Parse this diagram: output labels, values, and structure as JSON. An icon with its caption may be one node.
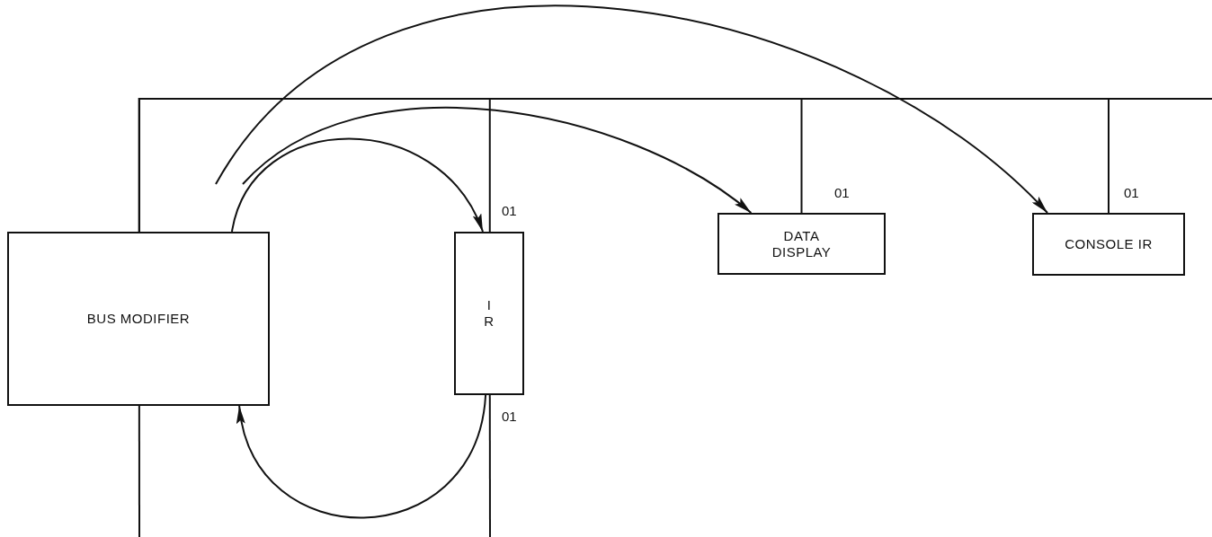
{
  "diagram": {
    "nodes": [
      {
        "text": [
          "BUS MODIFIER"
        ]
      },
      {
        "text": [
          "I R"
        ],
        "beside": [
          "01",
          "01"
        ]
      },
      {
        "text": [
          "DATA DISPLAY"
        ],
        "beside": [
          "01"
        ]
      },
      {
        "text": [
          "CONSOLE IR"
        ],
        "beside": [
          "01"
        ]
      }
    ],
    "edges": [
      {
        "from": 0,
        "to": 1,
        "arrow": "to"
      },
      {
        "from": 1,
        "to": 0,
        "arrow": "to"
      },
      {
        "from": null,
        "to": 2,
        "arrow": "to"
      },
      {
        "from": null,
        "to": 3,
        "arrow": "to"
      },
      {
        "from": 0,
        "to": 1,
        "arrow": "none"
      },
      {
        "from": 0,
        "to": 2,
        "arrow": "none"
      },
      {
        "from": 0,
        "to": 3,
        "arrow": "none"
      },
      {
        "from": 0,
        "to": null,
        "arrow": "none"
      },
      {
        "from": 1,
        "to": null,
        "arrow": "none"
      }
    ]
  }
}
